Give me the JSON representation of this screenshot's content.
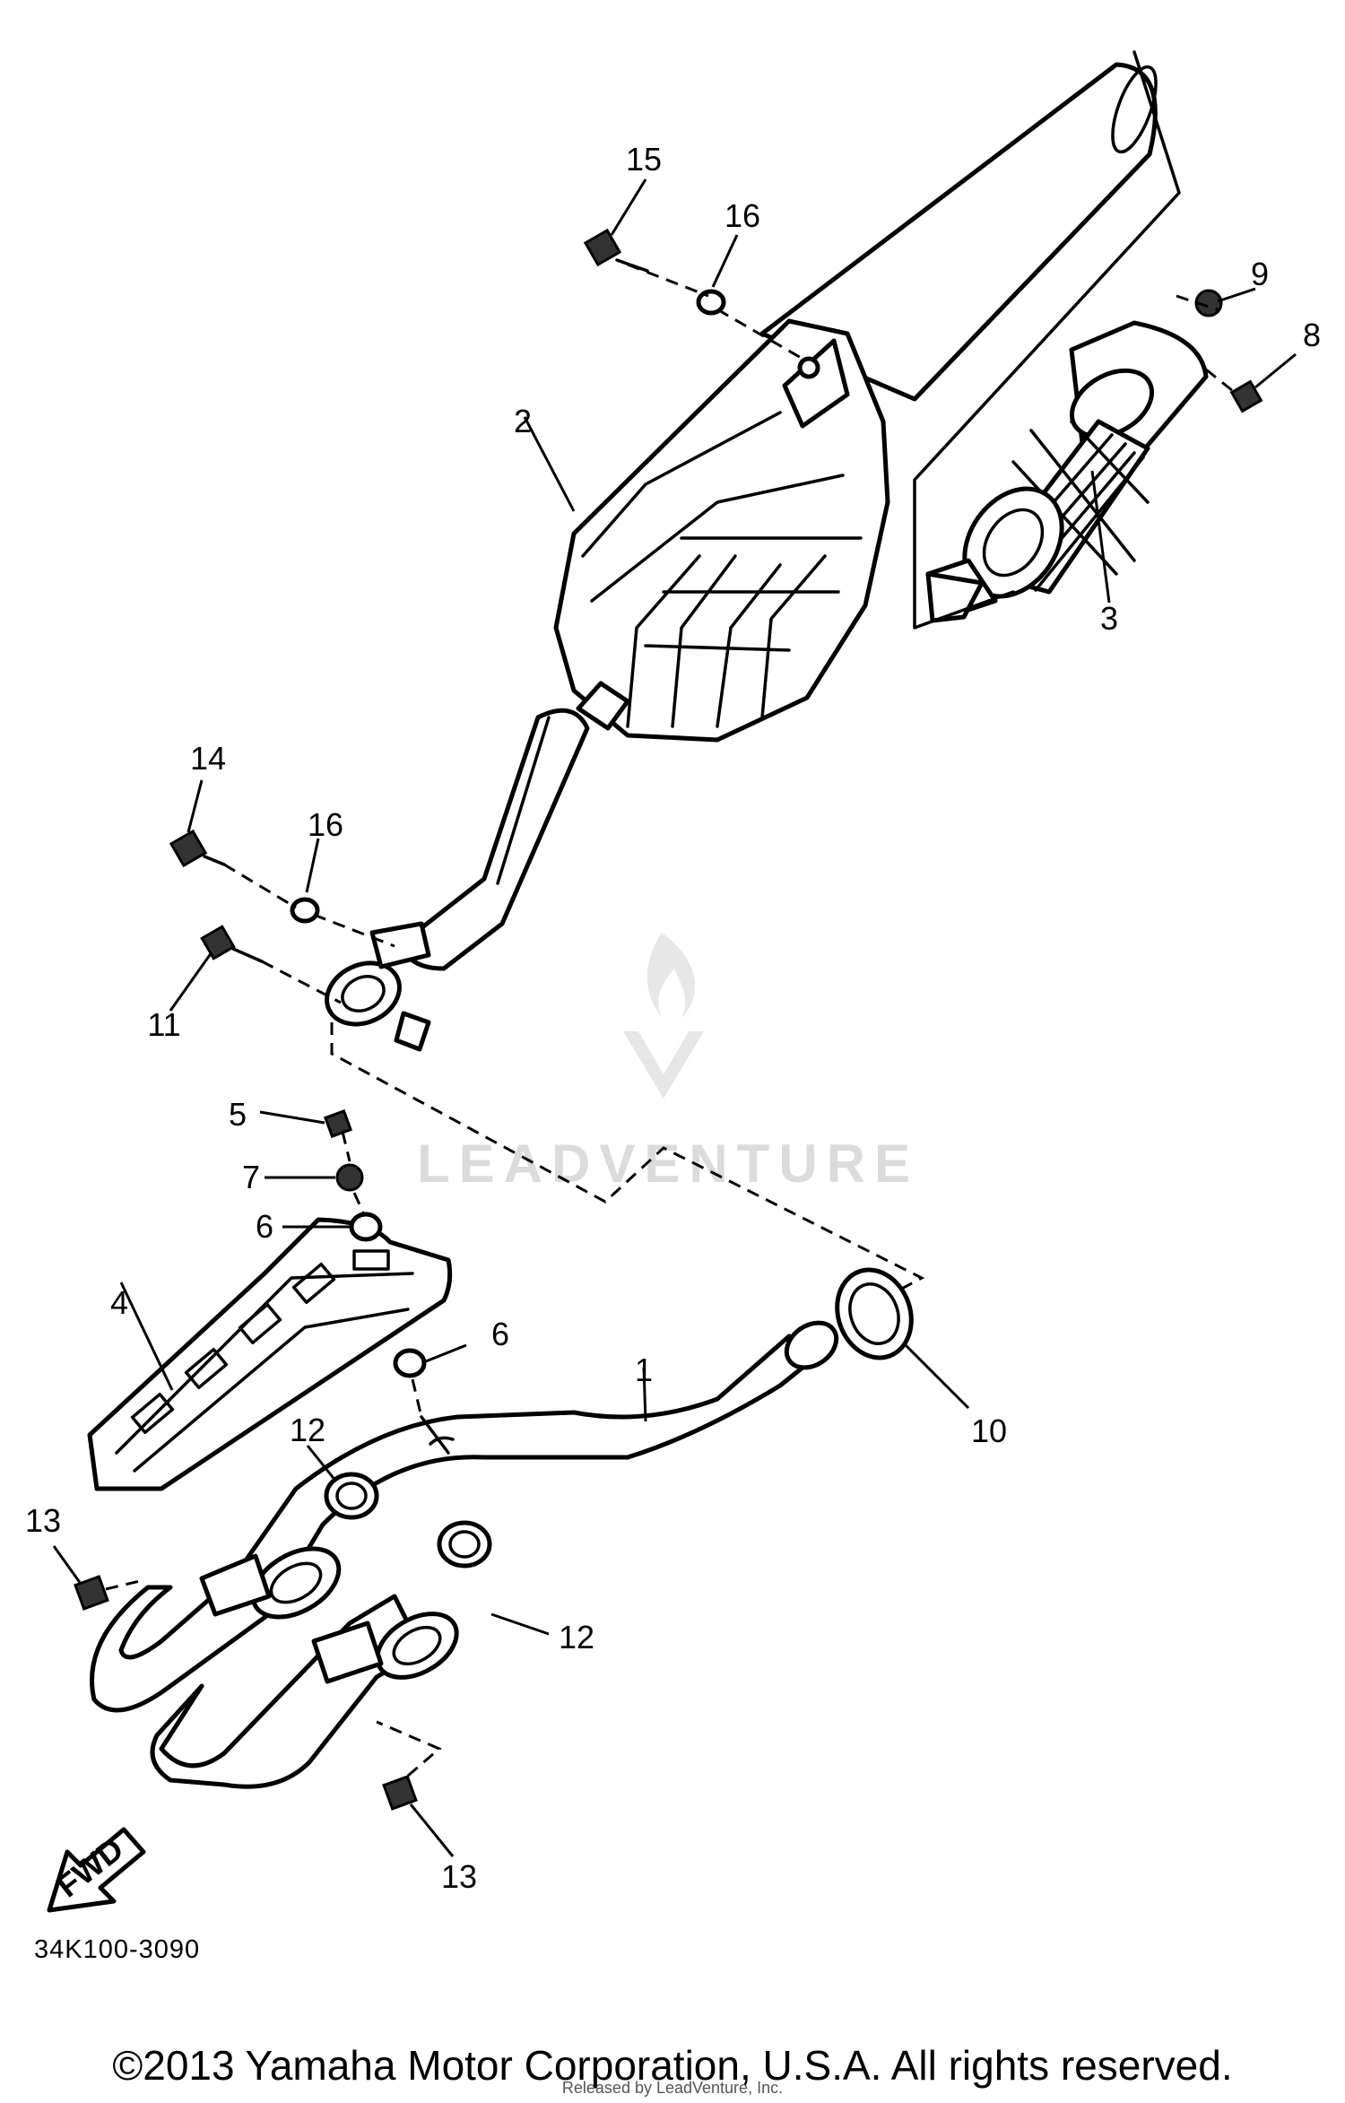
{
  "diagram": {
    "callouts": {
      "c1": "1",
      "c2": "2",
      "c3": "3",
      "c4": "4",
      "c5": "5",
      "c6a": "6",
      "c6b": "6",
      "c7": "7",
      "c8": "8",
      "c9": "9",
      "c10": "10",
      "c11": "11",
      "c12a": "12",
      "c12b": "12",
      "c13a": "13",
      "c13b": "13",
      "c14": "14",
      "c15": "15",
      "c16a": "16",
      "c16b": "16"
    },
    "fwd_label": "FWD",
    "part_number": "34K100-3090",
    "watermark": "LEADVENTURE"
  },
  "footer": {
    "copyright": "©2013 Yamaha Motor Corporation, U.S.A. All rights reserved.",
    "released_by": "Released by LeadVenture, Inc."
  }
}
